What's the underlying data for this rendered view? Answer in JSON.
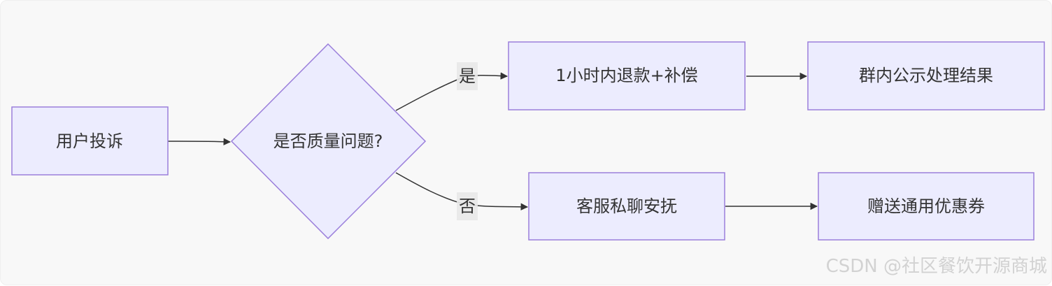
{
  "nodes": {
    "user_complaint": "用户投诉",
    "decision": "是否质量问题?",
    "refund": "1小时内退款+补偿",
    "publish_result": "群内公示处理结果",
    "private_chat": "客服私聊安抚",
    "coupon": "赠送通用优惠券"
  },
  "edges": {
    "yes_label": "是",
    "no_label": "否"
  },
  "watermark": "CSDN @社区餐饮开源商城",
  "colors": {
    "node_fill": "#ececfe",
    "node_stroke": "#9b7fdb",
    "edge": "#333333",
    "text": "#333333"
  }
}
